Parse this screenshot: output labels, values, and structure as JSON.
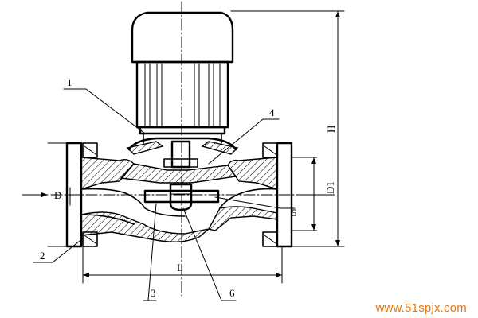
{
  "diagram": {
    "part_labels": [
      "1",
      "2",
      "3",
      "4",
      "5",
      "6"
    ],
    "dimension_labels": {
      "inlet_diameter": "D",
      "outlet_diameter": "D1",
      "length": "L",
      "height": "H"
    }
  },
  "watermark": "www.51spjx.com"
}
